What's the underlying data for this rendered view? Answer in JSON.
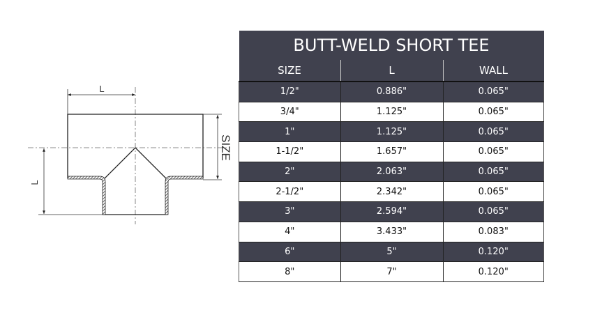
{
  "diagram": {
    "dim_top": "L",
    "dim_left": "L",
    "dim_right": "SIZE"
  },
  "table": {
    "title": "BUTT-WELD SHORT TEE",
    "headers": [
      "SIZE",
      "L",
      "WALL"
    ],
    "rows": [
      [
        "1/2\"",
        "0.886\"",
        "0.065\""
      ],
      [
        "3/4\"",
        "1.125\"",
        "0.065\""
      ],
      [
        "1\"",
        "1.125\"",
        "0.065\""
      ],
      [
        "1-1/2\"",
        "1.657\"",
        "0.065\""
      ],
      [
        "2\"",
        "2.063\"",
        "0.065\""
      ],
      [
        "2-1/2\"",
        "2.342\"",
        "0.065\""
      ],
      [
        "3\"",
        "2.594\"",
        "0.065\""
      ],
      [
        "4\"",
        "3.433\"",
        "0.083\""
      ],
      [
        "6\"",
        "5\"",
        "0.120\""
      ],
      [
        "8\"",
        "7\"",
        "0.120\""
      ]
    ],
    "colors": {
      "dark_row": "#40414e",
      "light_row": "#ffffff"
    }
  }
}
